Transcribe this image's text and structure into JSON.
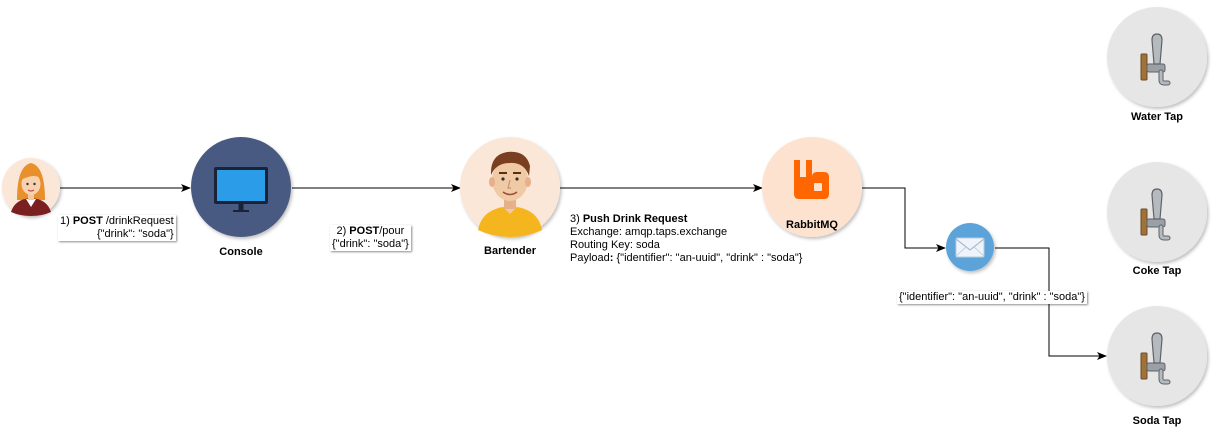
{
  "nodes": {
    "customer": {
      "icon": "woman-avatar-icon"
    },
    "console": {
      "name": "Console",
      "icon": "monitor-icon",
      "color": "#4a5a82"
    },
    "bartender": {
      "name": "Bartender",
      "icon": "man-avatar-icon"
    },
    "rabbitmq": {
      "name": "RabbitMQ",
      "icon": "rabbitmq-logo-icon",
      "color": "#ff6600"
    },
    "message": {
      "icon": "envelope-icon",
      "color": "#5ba3d9"
    },
    "water_tap": {
      "name": "Water Tap",
      "icon": "beer-tap-icon"
    },
    "coke_tap": {
      "name": "Coke Tap",
      "icon": "beer-tap-icon"
    },
    "soda_tap": {
      "name": "Soda Tap",
      "icon": "beer-tap-icon"
    }
  },
  "edges": {
    "step1": {
      "prefix": "1) ",
      "method": "POST",
      "path": " /drinkRequest",
      "body": "{\"drink\": \"soda\"}"
    },
    "step2": {
      "prefix": "2) ",
      "method": "POST",
      "path": "/pour",
      "body": "{\"drink\": \"soda\"}"
    },
    "step3": {
      "prefix": "3) ",
      "title": "Push Drink Request",
      "exchange": "Exchange:  amqp.taps.exchange",
      "routing_key": "Routing Key: soda",
      "payload_label": "Payload",
      "payload_colon": ": ",
      "payload_value": "{\"identifier\": \"an-uuid\", \"drink\" : \"soda\"}"
    },
    "step4": {
      "message": "{\"identifier\": \"an-uuid\", \"drink\" : \"soda\"}"
    }
  }
}
